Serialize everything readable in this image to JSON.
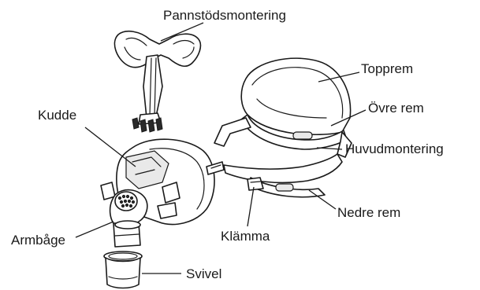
{
  "labels": {
    "forehead_mount": "Pannstödsmontering",
    "top_strap": "Topprem",
    "cushion": "Kudde",
    "upper_strap": "Övre rem",
    "headgear": "Huvudmontering",
    "lower_strap": "Nedre rem",
    "elbow": "Armbåge",
    "clip": "Klämma",
    "swivel": "Svivel"
  },
  "colors": {
    "line": "#1a1a1a",
    "fill": "#ffffff",
    "shade": "#e9e9e9"
  }
}
